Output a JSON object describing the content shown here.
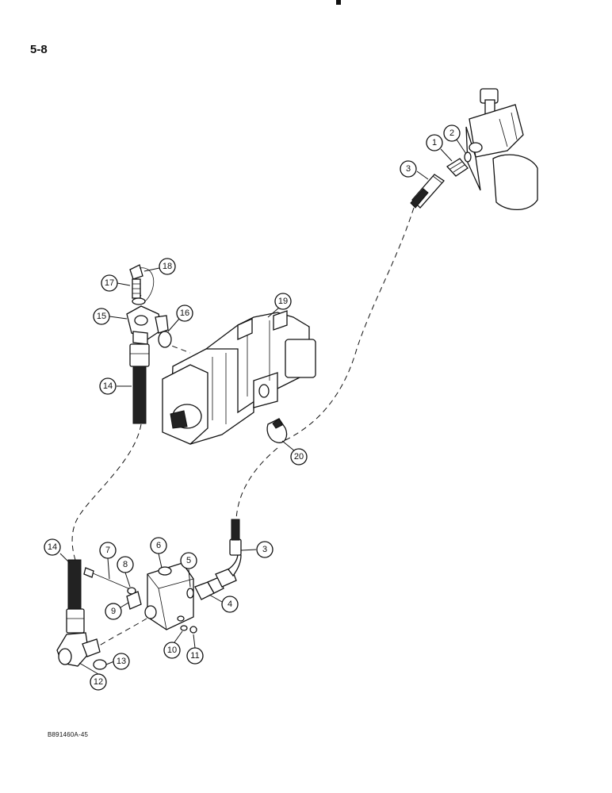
{
  "page": {
    "page_number": "5-8",
    "figure_code": "B891460A-45"
  },
  "callouts": [
    {
      "label": "1"
    },
    {
      "label": "2"
    },
    {
      "label": "3"
    },
    {
      "label": "3"
    },
    {
      "label": "4"
    },
    {
      "label": "5"
    },
    {
      "label": "6"
    },
    {
      "label": "7"
    },
    {
      "label": "8"
    },
    {
      "label": "9"
    },
    {
      "label": "10"
    },
    {
      "label": "11"
    },
    {
      "label": "12"
    },
    {
      "label": "13"
    },
    {
      "label": "14"
    },
    {
      "label": "14"
    },
    {
      "label": "15"
    },
    {
      "label": "16"
    },
    {
      "label": "17"
    },
    {
      "label": "18"
    },
    {
      "label": "19"
    },
    {
      "label": "20"
    }
  ]
}
